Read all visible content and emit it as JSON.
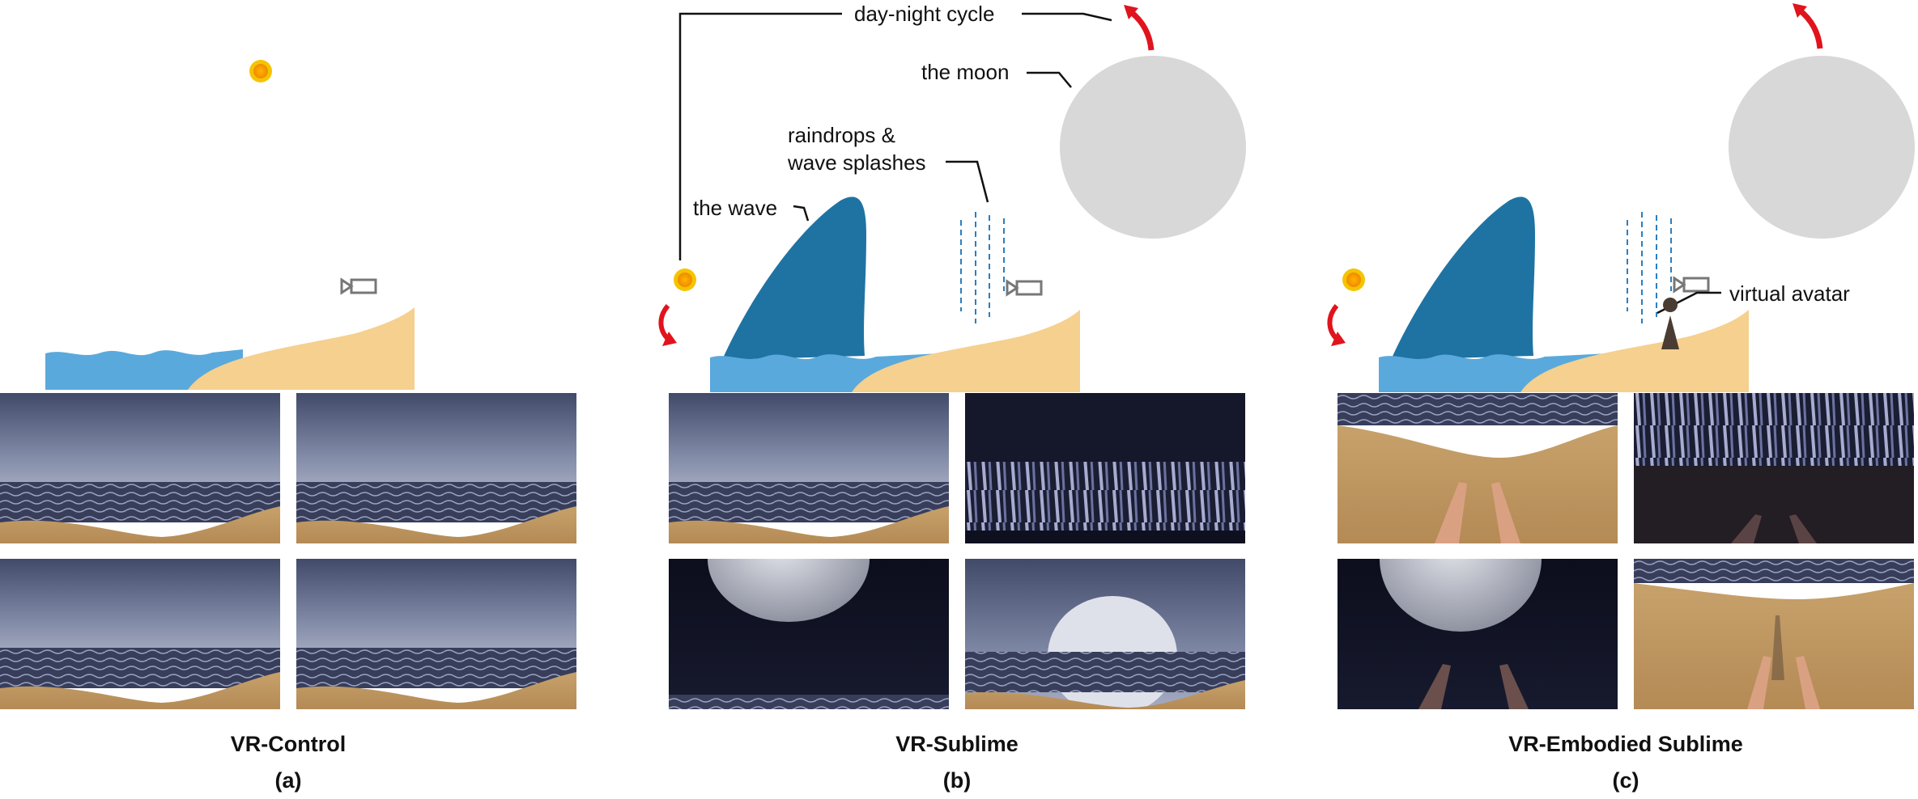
{
  "annotations": {
    "day_night_cycle": "day-night cycle",
    "moon": "the moon",
    "raindrops_line1": "raindrops &",
    "raindrops_line2": "wave splashes",
    "wave": "the wave",
    "virtual_avatar": "virtual avatar"
  },
  "panels": [
    {
      "id": "a",
      "title": "VR-Control",
      "label": "(a)",
      "thumbnails": [
        "day-beach",
        "day-beach",
        "day-beach",
        "day-beach"
      ]
    },
    {
      "id": "b",
      "title": "VR-Sublime",
      "label": "(b)",
      "thumbnails": [
        "day-beach",
        "night-wave-wall",
        "moon-close",
        "moon-horizon"
      ]
    },
    {
      "id": "c",
      "title": "VR-Embodied Sublime",
      "label": "(c)",
      "thumbnails": [
        "day-beach-hands",
        "night-wave-wall-hands",
        "moon-close-hands",
        "beach-avatar-hands"
      ]
    }
  ],
  "colors": {
    "sea_light": "#5aa9dc",
    "wave_dark": "#1f73a3",
    "sand": "#f5d08f",
    "moon": "#d8d8d8",
    "sun": "#f5c400",
    "arrow_red": "#e0141c",
    "rain_blue": "#2b7fc0",
    "avatar": "#4a3c33",
    "camera_gray": "#777777"
  },
  "icons": [
    "sun-icon",
    "camera-icon",
    "moon-icon",
    "red-arrow-icon",
    "avatar-icon",
    "hands-icon"
  ]
}
